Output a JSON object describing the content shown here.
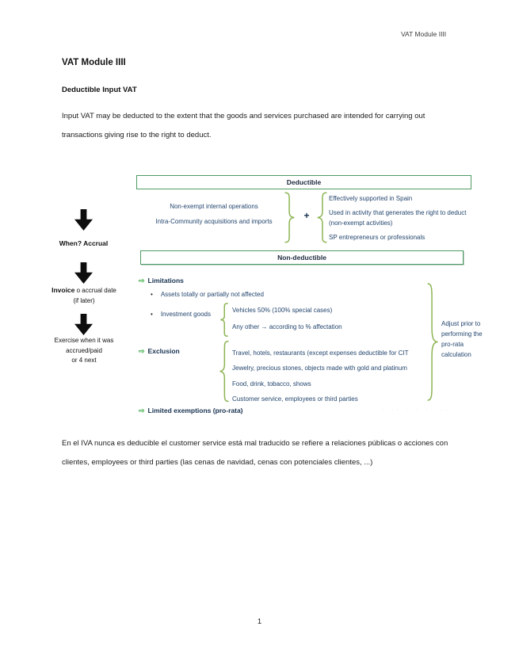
{
  "page": {
    "header_right": "VAT Module IIII",
    "page_number": "1"
  },
  "headings": {
    "title": "VAT Module IIII",
    "subtitle": "Deductible Input VAT"
  },
  "paragraphs": {
    "intro": "Input VAT may be deducted to the extent that the goods and services purchased are intended for carrying out transactions giving rise to the right to deduct.",
    "bottom": "En el IVA nunca es deducible el customer service está mal traducido se refiere a relaciones públicas o acciones con clientes, employees or third parties (las cenas de navidad, cenas con potenciales clientes, ...)"
  },
  "flow": {
    "step1": "When? Accrual",
    "step2_bold": "Invoice",
    "step2_rest": "o accrual date",
    "step2_note": "(if later)",
    "step3_lines": [
      "Exercise when it was",
      "accrued/paid",
      "or 4 next"
    ]
  },
  "diagram": {
    "deductible_title": "Deductible",
    "left_items": [
      "Non-exempt internal operations",
      "Intra-Community acquisitions and imports"
    ],
    "plus": "+",
    "right_items": [
      "Effectively supported in Spain",
      "Used in activity that generates the right to deduct (non-exempt activities)",
      "SP entrepreneurs or professionals"
    ],
    "non_deductible_title": "Non-deductible",
    "limitations_label": "Limitations",
    "limitations_bullets": [
      "Assets totally or partially not affected",
      "Investment goods"
    ],
    "investment_lines": [
      "Vehicles 50% (100% special cases)",
      "Any other →  according to % affectation"
    ],
    "exclusion_label": "Exclusion",
    "exclusion_lines": [
      "Travel, hotels, restaurants (except expenses deductible for CIT",
      "Jewelry, precious stones, objects made with gold and platinum",
      "Food, drink, tobacco, shows",
      "Customer service, employees or third parties"
    ],
    "limited_exemptions_label": "Limited exemptions (pro-rata)",
    "adjust_note": "Adjust prior to performing the pro-rata calculation"
  },
  "icons": {
    "pointer_arrow": "⇨",
    "bullet": "•"
  },
  "artifact_text": "· ·· ·   · ·· ··",
  "colors": {
    "green_border": "#4e9b63",
    "brace_green": "#8cb453",
    "arrow_green": "#3fae49",
    "navy": "#24466e"
  }
}
